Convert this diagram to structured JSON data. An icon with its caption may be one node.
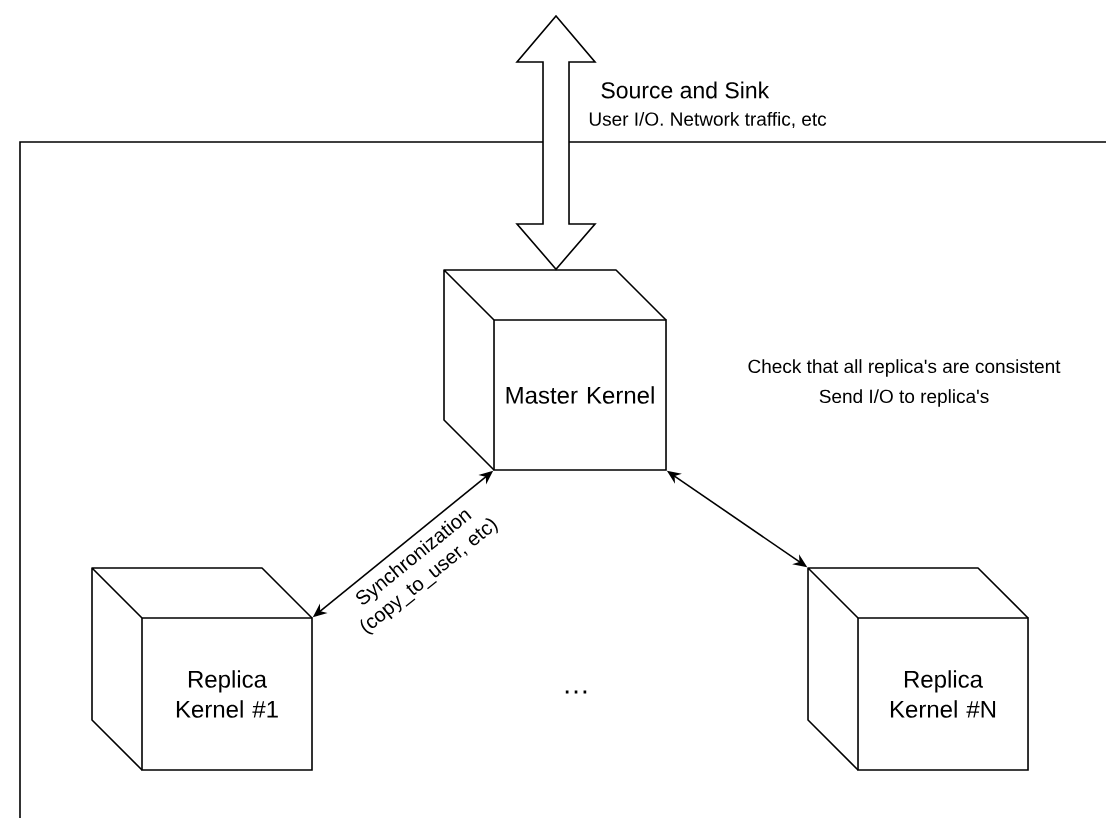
{
  "diagram": {
    "nodes": [
      {
        "text": [
          "Master Kernel"
        ],
        "beside": [
          "Check that all replica's are consistent",
          "Send I/O to replica's"
        ]
      },
      {
        "text": [
          "Replica Kernel #1"
        ]
      },
      {
        "text": [
          "Replica Kernel #N"
        ]
      }
    ],
    "edges": [
      {
        "from": 1,
        "to": 0,
        "arrow": "both",
        "label": "Synchronization (copy_to_user, etc)"
      },
      {
        "from": 0,
        "to": 2,
        "arrow": "both"
      },
      {
        "from": null,
        "to": 0,
        "arrow": "both",
        "style": "thick"
      }
    ],
    "labels": [
      "Source and Sink",
      "User I/O. Network traffic, etc",
      "…"
    ]
  }
}
